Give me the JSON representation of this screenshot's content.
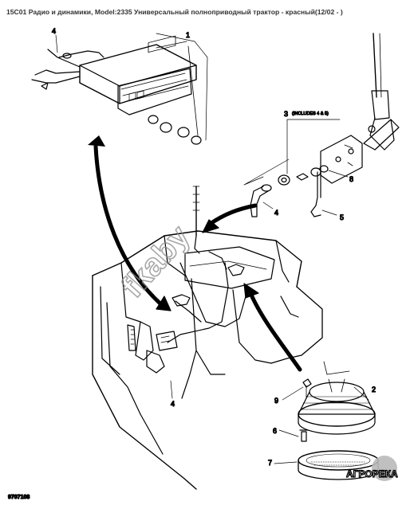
{
  "title": "15C01 Радио и динамики, Model:2335 Универсальный полноприводный трактор - красный(12/02 - )",
  "callouts": {
    "c1": "1",
    "c2": "2",
    "c3": "3",
    "c3_note": "(INCLUDES 4 & 5)",
    "c4a": "4",
    "c4b": "4",
    "c4c": "4",
    "c5": "5",
    "c6": "6",
    "c7": "7",
    "c8": "8",
    "c9": "9"
  },
  "watermark": "fkaby",
  "logo": "АГРОРЕКА",
  "figure_ref": "9707108",
  "colors": {
    "line": "#000000",
    "watermark": "#8a8a8a",
    "logo_bg": "#b9b9b9"
  }
}
